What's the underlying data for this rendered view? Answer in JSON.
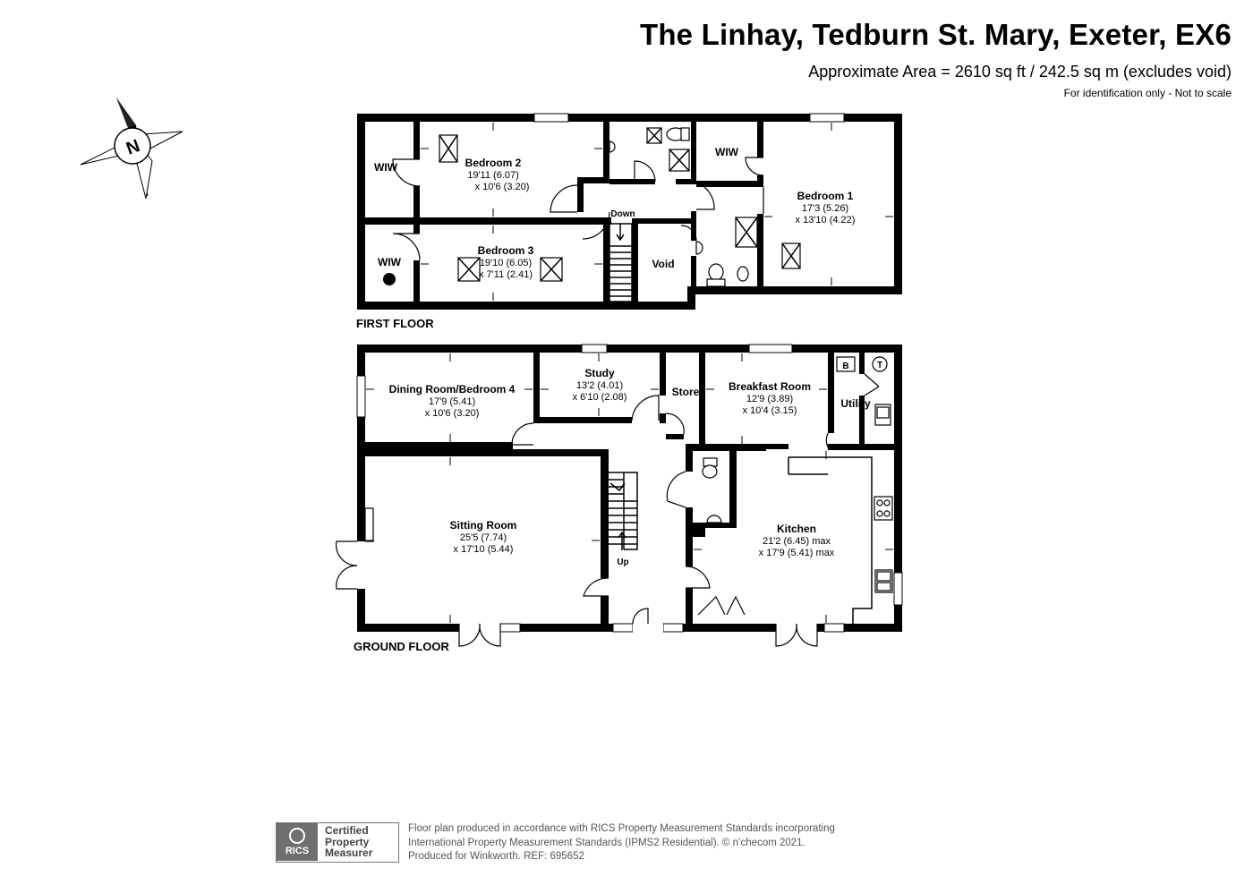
{
  "header": {
    "title": "The Linhay, Tedburn St. Mary, Exeter, EX6",
    "area": "Approximate Area = 2610 sq ft / 242.5 sq m (excludes void)",
    "note": "For identification only - Not to scale"
  },
  "compass": {
    "label": "N"
  },
  "first_floor": {
    "label": "FIRST FLOOR",
    "rooms": {
      "bedroom2": {
        "name": "Bedroom 2",
        "dim1": "19'11 (6.07)",
        "dim2": "x 10'6 (3.20)"
      },
      "bedroom3": {
        "name": "Bedroom 3",
        "dim1": "19'10 (6.05)",
        "dim2": "x 7'11 (2.41)"
      },
      "bedroom1": {
        "name": "Bedroom 1",
        "dim1": "17'3 (5.26)",
        "dim2": "x 13'10 (4.22)"
      },
      "wiw1": "WIW",
      "wiw2": "WIW",
      "wiw3": "WIW",
      "void": "Void",
      "down": "Down"
    }
  },
  "ground_floor": {
    "label": "GROUND FLOOR",
    "rooms": {
      "dining": {
        "name": "Dining Room/Bedroom 4",
        "dim1": "17'9 (5.41)",
        "dim2": "x 10'6 (3.20)"
      },
      "study": {
        "name": "Study",
        "dim1": "13'2 (4.01)",
        "dim2": "x 6'10 (2.08)"
      },
      "store": "Store",
      "breakfast": {
        "name": "Breakfast Room",
        "dim1": "12'9 (3.89)",
        "dim2": "x 10'4 (3.15)"
      },
      "utility": "Utility",
      "sitting": {
        "name": "Sitting Room",
        "dim1": "25'5 (7.74)",
        "dim2": "x 17'10 (5.44)"
      },
      "kitchen": {
        "name": "Kitchen",
        "dim1": "21'2 (6.45) max",
        "dim2": "x 17'9 (5.41) max"
      },
      "up": "Up",
      "boiler": "B",
      "tank": "T"
    }
  },
  "badge": {
    "logo": "RICS",
    "line1": "Certified",
    "line2": "Property",
    "line3": "Measurer"
  },
  "footer": {
    "line1": "Floor plan produced in accordance with RICS Property Measurement Standards incorporating",
    "line2": "International Property Measurement Standards (IPMS2 Residential).  © n’checom 2021.",
    "line3": "Produced for Winkworth.   REF: 695652"
  }
}
